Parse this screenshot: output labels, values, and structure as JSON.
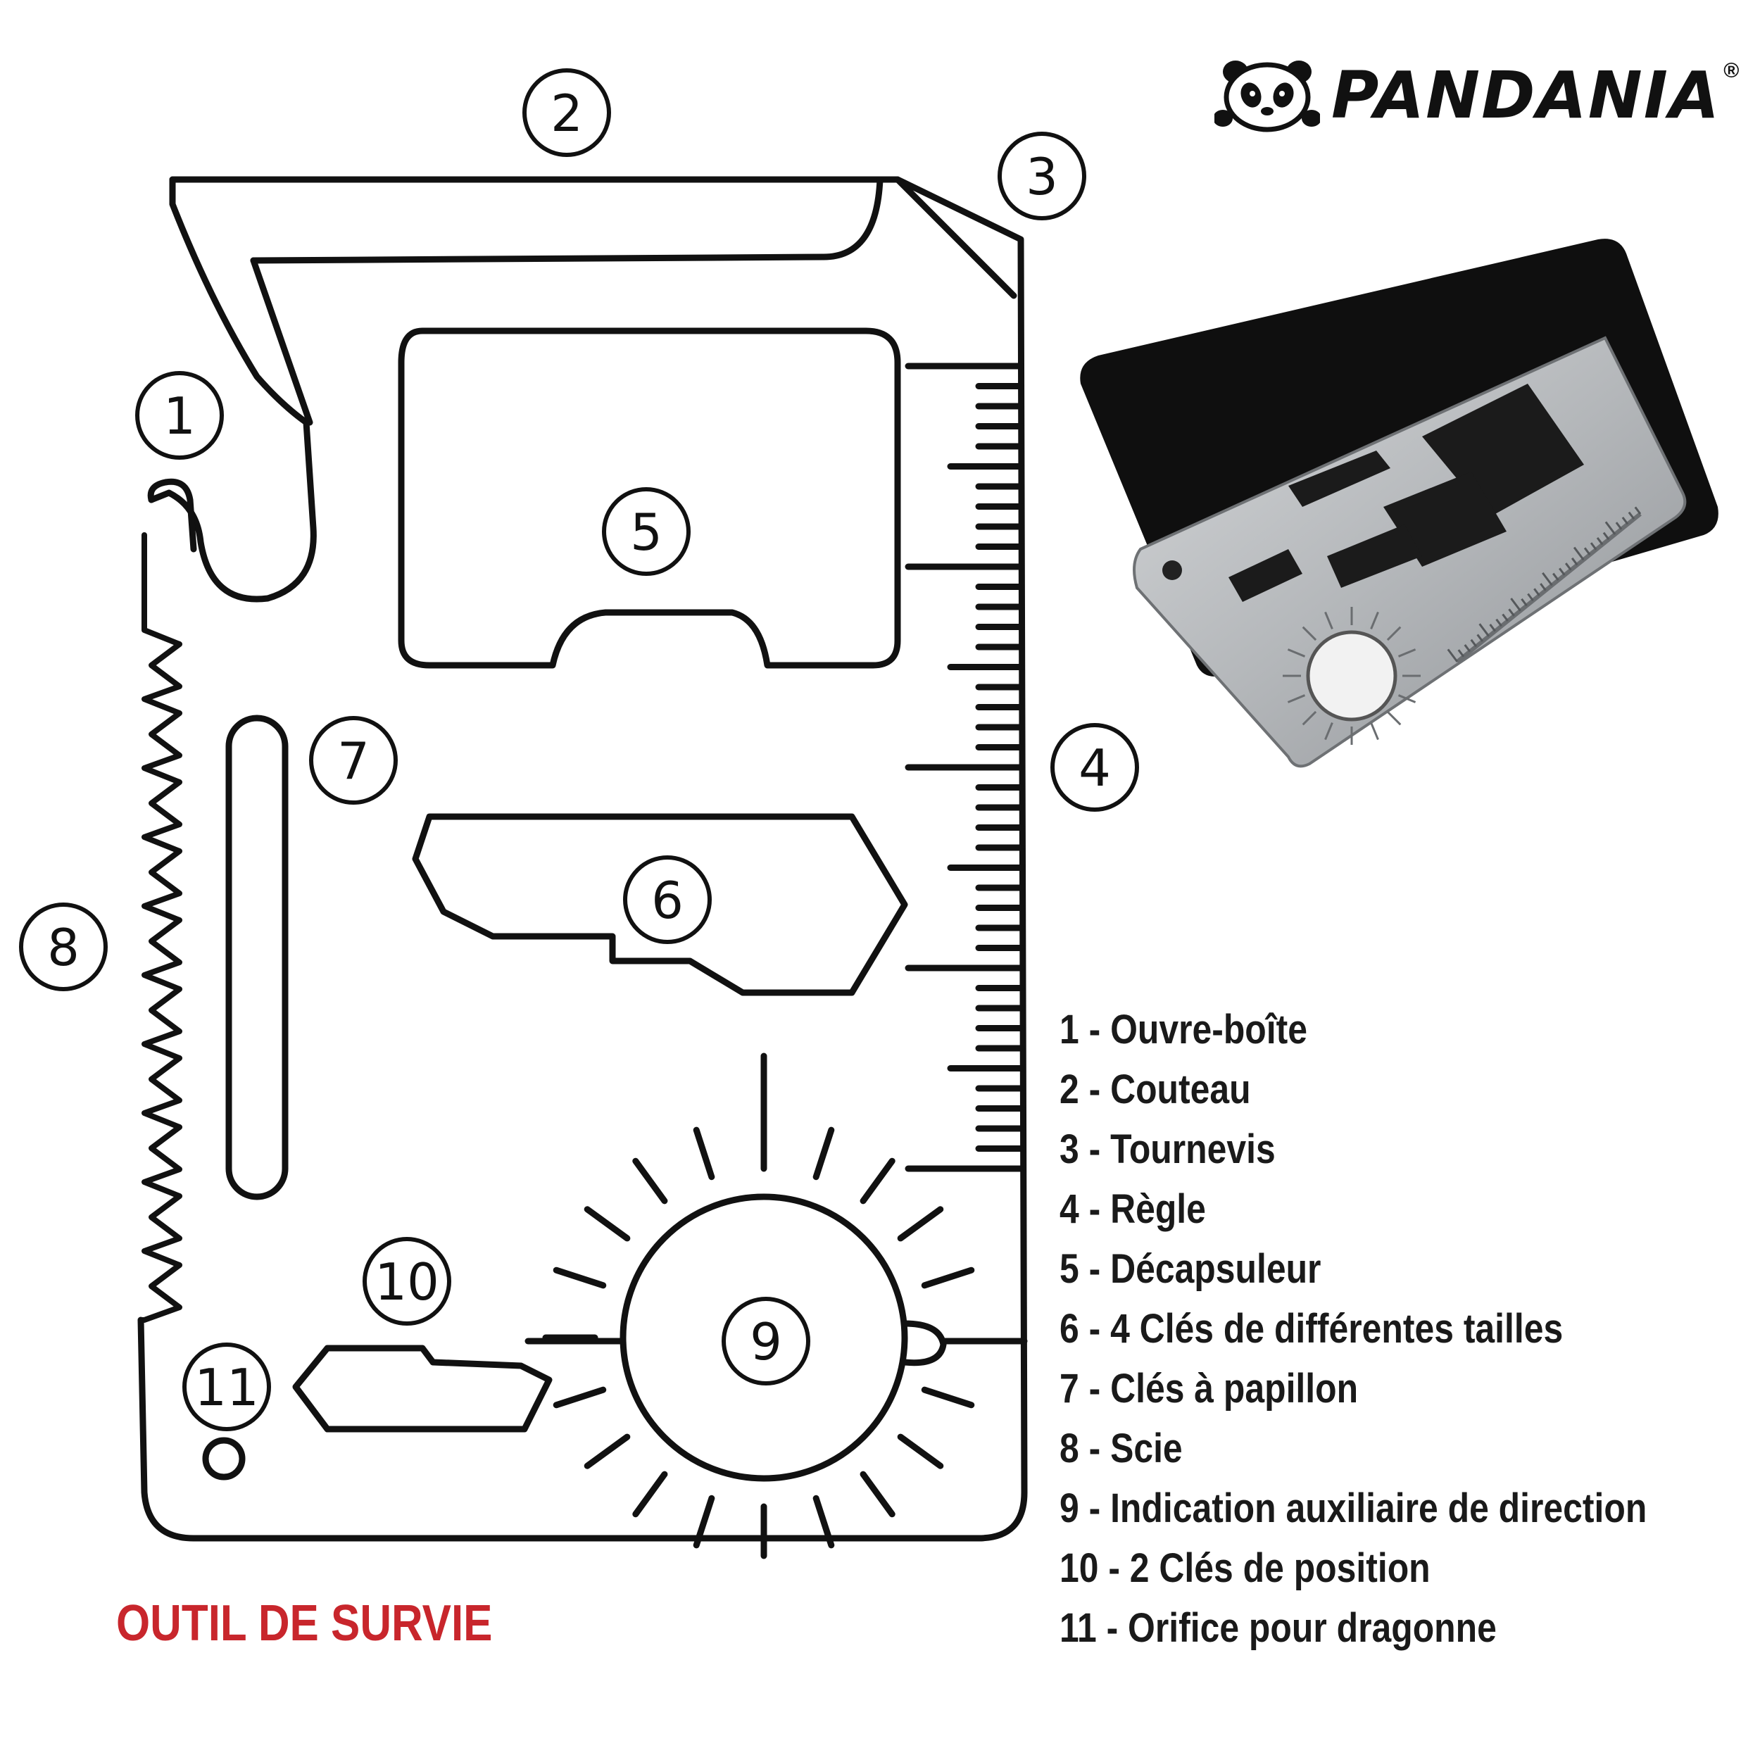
{
  "brand": {
    "name": "PANDANIA",
    "registered": "®",
    "logo_icon": "panda-icon"
  },
  "diagram": {
    "callouts": [
      "1",
      "2",
      "3",
      "4",
      "5",
      "6",
      "7",
      "8",
      "9",
      "10",
      "11"
    ]
  },
  "legend": {
    "items": [
      "1 - Ouvre-boîte",
      "2 - Couteau",
      "3 - Tournevis",
      "4 - Règle",
      "5 - Décapsuleur",
      "6 - 4 Clés de différentes tailles",
      "7 - Clés à papillon",
      "8 - Scie",
      "9 - Indication auxiliaire de direction",
      "10 - 2 Clés de position",
      "11 - Orifice pour dragonne"
    ]
  },
  "caption": "OUTIL DE SURVIE",
  "colors": {
    "ink": "#111111",
    "caption_red": "#c8262c",
    "card_black": "#0f0f0f",
    "steel": "#b9bcbf"
  }
}
